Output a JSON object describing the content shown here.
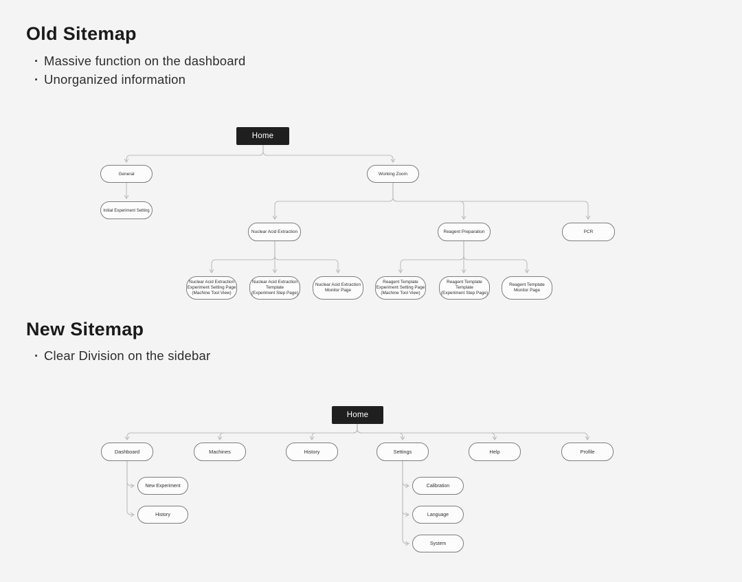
{
  "old": {
    "heading": "Old Sitemap",
    "bullets": [
      "Massive function on the dashboard",
      "Unorganized information"
    ],
    "nodes": {
      "home": {
        "label": "Home",
        "children": [
          "general",
          "working_zoom"
        ]
      },
      "general": {
        "label": "General",
        "children": [
          "initial_experiment_setting"
        ]
      },
      "initial_experiment_setting": {
        "label": "Initial Experiment Setting"
      },
      "working_zoom": {
        "label": "Working Zoom",
        "children": [
          "nuclear_acid_extraction",
          "reagent_preparation",
          "pcr"
        ]
      },
      "nuclear_acid_extraction": {
        "label": "Nuclear Acid Extraction",
        "children": [
          "nae_experiment_setting_page",
          "nae_template",
          "nae_monitor_page"
        ]
      },
      "reagent_preparation": {
        "label": "Reagent Preparation",
        "children": [
          "rt_experiment_setting_page",
          "rt_template",
          "rt_monitor_page"
        ]
      },
      "pcr": {
        "label": "PCR"
      },
      "nae_experiment_setting_page": {
        "l1": "Nuclear Acid Extraction",
        "l2": "Experiment Setting Page",
        "l3": "(Machine Tool View)"
      },
      "nae_template": {
        "l1": "Nuclear Acid Extraction",
        "l2": "Template",
        "l3": "(Experiment Step Page)"
      },
      "nae_monitor_page": {
        "l1": "Nuclear Acid Extraction",
        "l2": "Monitor Page"
      },
      "rt_experiment_setting_page": {
        "l1": "Reagent Template",
        "l2": "Experiment Setting Page",
        "l3": "(Machine Tool View)"
      },
      "rt_template": {
        "l1": "Reagent Template",
        "l2": "Template",
        "l3": "(Experiment Step Page)"
      },
      "rt_monitor_page": {
        "l1": "Reagent Template",
        "l2": "Monitor Page"
      }
    }
  },
  "new": {
    "heading": "New Sitemap",
    "bullets": [
      "Clear Division on the sidebar"
    ],
    "nodes": {
      "home": {
        "label": "Home",
        "children": [
          "dashboard",
          "machines",
          "history",
          "settings",
          "help",
          "profile"
        ]
      },
      "dashboard": {
        "label": "Dashboard",
        "children": [
          "new_experiment",
          "history_sub"
        ]
      },
      "machines": {
        "label": "Machines"
      },
      "history": {
        "label": "History"
      },
      "settings": {
        "label": "Settings",
        "children": [
          "calibration",
          "language",
          "system"
        ]
      },
      "help": {
        "label": "Help"
      },
      "profile": {
        "label": "Profile"
      },
      "new_experiment": {
        "label": "New Experiment"
      },
      "history_sub": {
        "label": "History"
      },
      "calibration": {
        "label": "Calibration"
      },
      "language": {
        "label": "Language"
      },
      "system": {
        "label": "System"
      }
    }
  },
  "colors": {
    "background": "#f5f4f4",
    "node_fill": "#fcfcfc",
    "node_border": "#7d7d7d",
    "root_fill": "#1f1f1f",
    "root_text": "#ffffff",
    "connector": "#bcbcbc",
    "text": "#2e2e2e"
  }
}
